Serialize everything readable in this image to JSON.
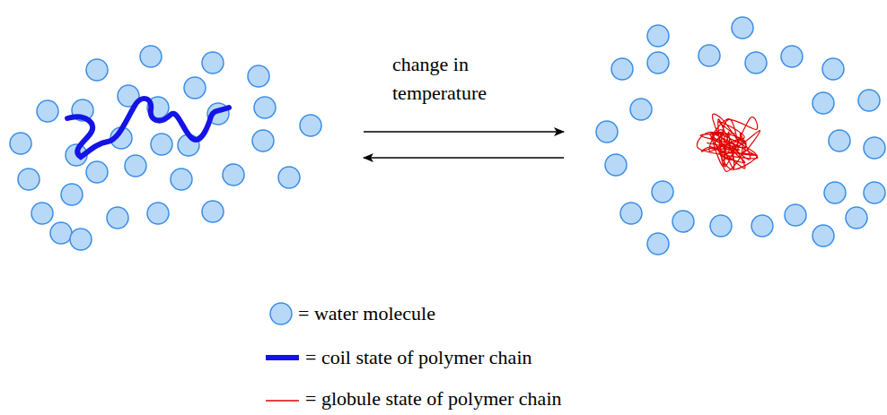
{
  "diagram": {
    "labels": [
      "change in temperature"
    ],
    "legend": [
      {
        "text": "= water molecule"
      },
      {
        "text": "= coil state of polymer chain"
      },
      {
        "text": "= globule state of polymer chain"
      }
    ]
  }
}
